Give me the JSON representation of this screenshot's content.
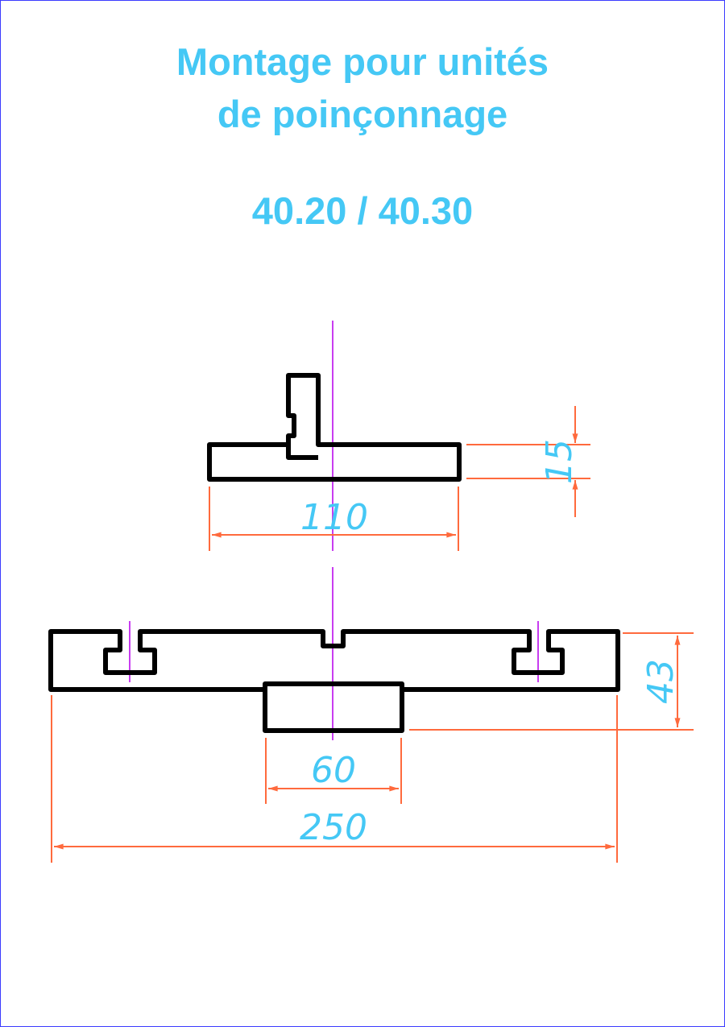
{
  "title": {
    "line1": "Montage pour unités",
    "line2": "de poinçonnage",
    "models": "40.20 / 40.30"
  },
  "drawing_top": {
    "width_dim": "110",
    "height_dim": "15"
  },
  "drawing_bottom": {
    "width_dim": "250",
    "boss_width_dim": "60",
    "height_dim": "43"
  },
  "colors": {
    "title": "#45c8f5",
    "outline": "#000000",
    "dimension": "#ff6a3d",
    "centerline": "#c83cf0",
    "border": "#3b3bff"
  }
}
